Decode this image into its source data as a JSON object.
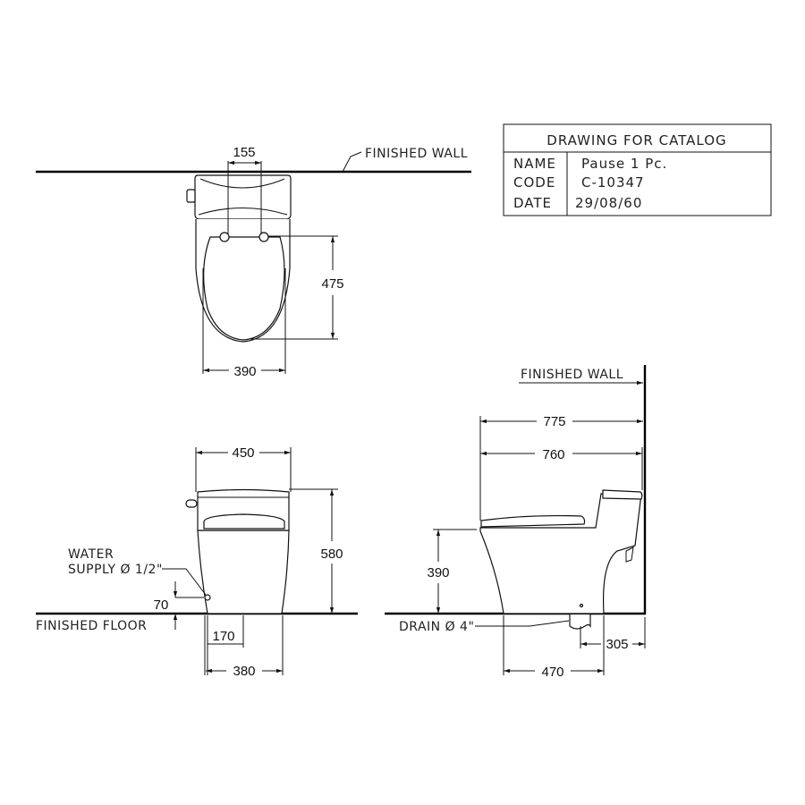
{
  "title_block": {
    "heading": "DRAWING FOR CATALOG",
    "rows": [
      {
        "label": "NAME",
        "value": "Pause 1 Pc."
      },
      {
        "label": "CODE",
        "value": "C-10347"
      },
      {
        "label": "DATE",
        "value": "29/08/60"
      }
    ]
  },
  "top_view": {
    "wall_label": "FINISHED WALL",
    "dims": {
      "hinge_spacing": "155",
      "seat_length": "475",
      "seat_width": "390"
    }
  },
  "front_view": {
    "floor_label": "FINISHED FLOOR",
    "water_supply_line1": "WATER",
    "water_supply_line2": "SUPPLY Ø 1/2\"",
    "dims": {
      "overall_width": "450",
      "overall_height": "580",
      "supply_height": "70",
      "supply_offset": "170",
      "base_width": "380"
    }
  },
  "side_view": {
    "wall_label": "FINISHED WALL",
    "drain_label": "DRAIN Ø 4\"",
    "dims": {
      "overall_depth": "775",
      "body_depth": "760",
      "seat_height": "390",
      "base_depth": "470",
      "rough_in": "305"
    }
  }
}
